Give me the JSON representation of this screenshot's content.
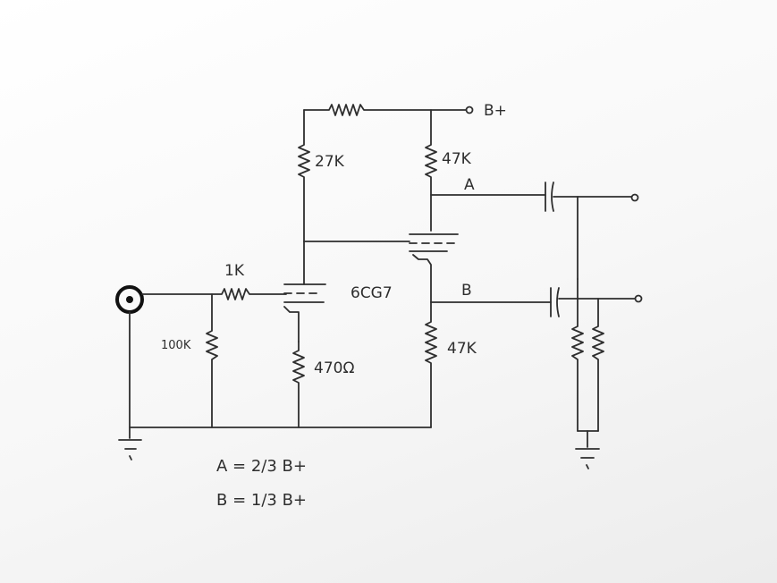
{
  "labels": {
    "supply": "B+",
    "r_top": "27K",
    "r_plate": "47K",
    "node_a": "A",
    "r_grid": "1K",
    "tube": "6CG7",
    "node_b": "B",
    "r_input": "100K",
    "r_cathode1": "470Ω",
    "r_cathode2": "47K",
    "formula_a": "A = 2/3 B+",
    "formula_b": "B = 1/3 B+"
  }
}
